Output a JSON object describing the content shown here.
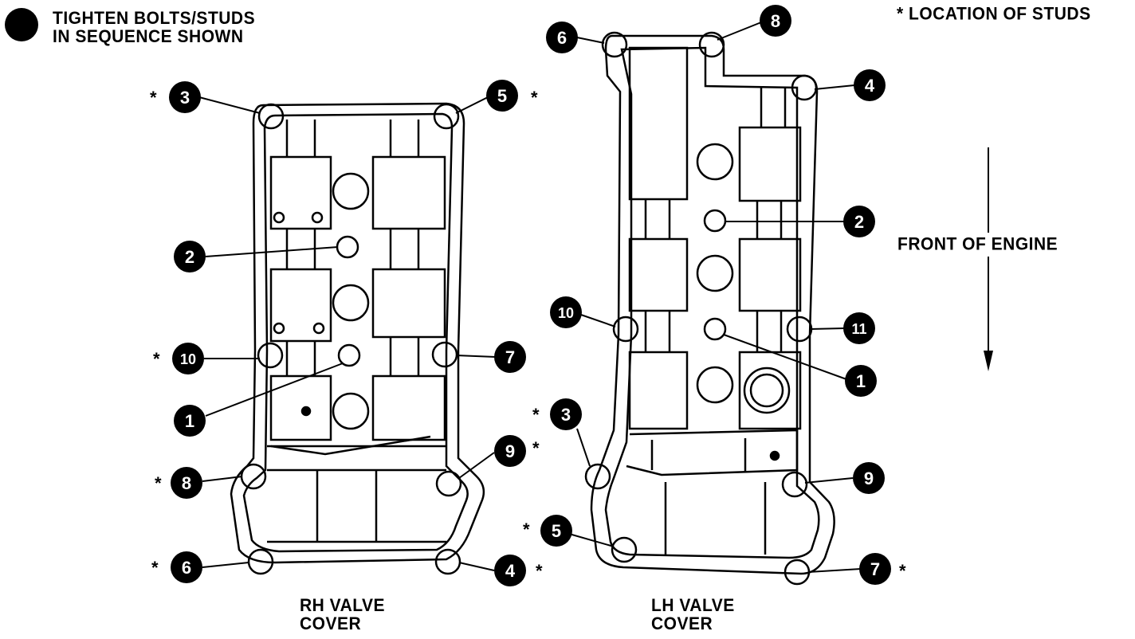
{
  "legend": {
    "line1": "TIGHTEN BOLTS/STUDS",
    "line2": "IN SEQUENCE SHOWN"
  },
  "stud_note": "* LOCATION OF STUDS",
  "front_label": "FRONT OF ENGINE",
  "rh_cover": {
    "caption_line1": "RH VALVE",
    "caption_line2": "COVER",
    "callouts": [
      {
        "num": "3",
        "stud": true
      },
      {
        "num": "5",
        "stud": true
      },
      {
        "num": "2",
        "stud": false
      },
      {
        "num": "10",
        "stud": true
      },
      {
        "num": "7",
        "stud": false
      },
      {
        "num": "1",
        "stud": false
      },
      {
        "num": "9",
        "stud": true
      },
      {
        "num": "8",
        "stud": true
      },
      {
        "num": "6",
        "stud": true
      },
      {
        "num": "4",
        "stud": true
      }
    ]
  },
  "lh_cover": {
    "caption_line1": "LH VALVE",
    "caption_line2": "COVER",
    "callouts": [
      {
        "num": "6",
        "stud": false
      },
      {
        "num": "8",
        "stud": false
      },
      {
        "num": "4",
        "stud": false
      },
      {
        "num": "2",
        "stud": false
      },
      {
        "num": "10",
        "stud": false
      },
      {
        "num": "11",
        "stud": false
      },
      {
        "num": "1",
        "stud": false
      },
      {
        "num": "3",
        "stud": true
      },
      {
        "num": "9",
        "stud": false
      },
      {
        "num": "5",
        "stud": true
      },
      {
        "num": "7",
        "stud": true
      }
    ]
  },
  "stud_symbol": "*"
}
